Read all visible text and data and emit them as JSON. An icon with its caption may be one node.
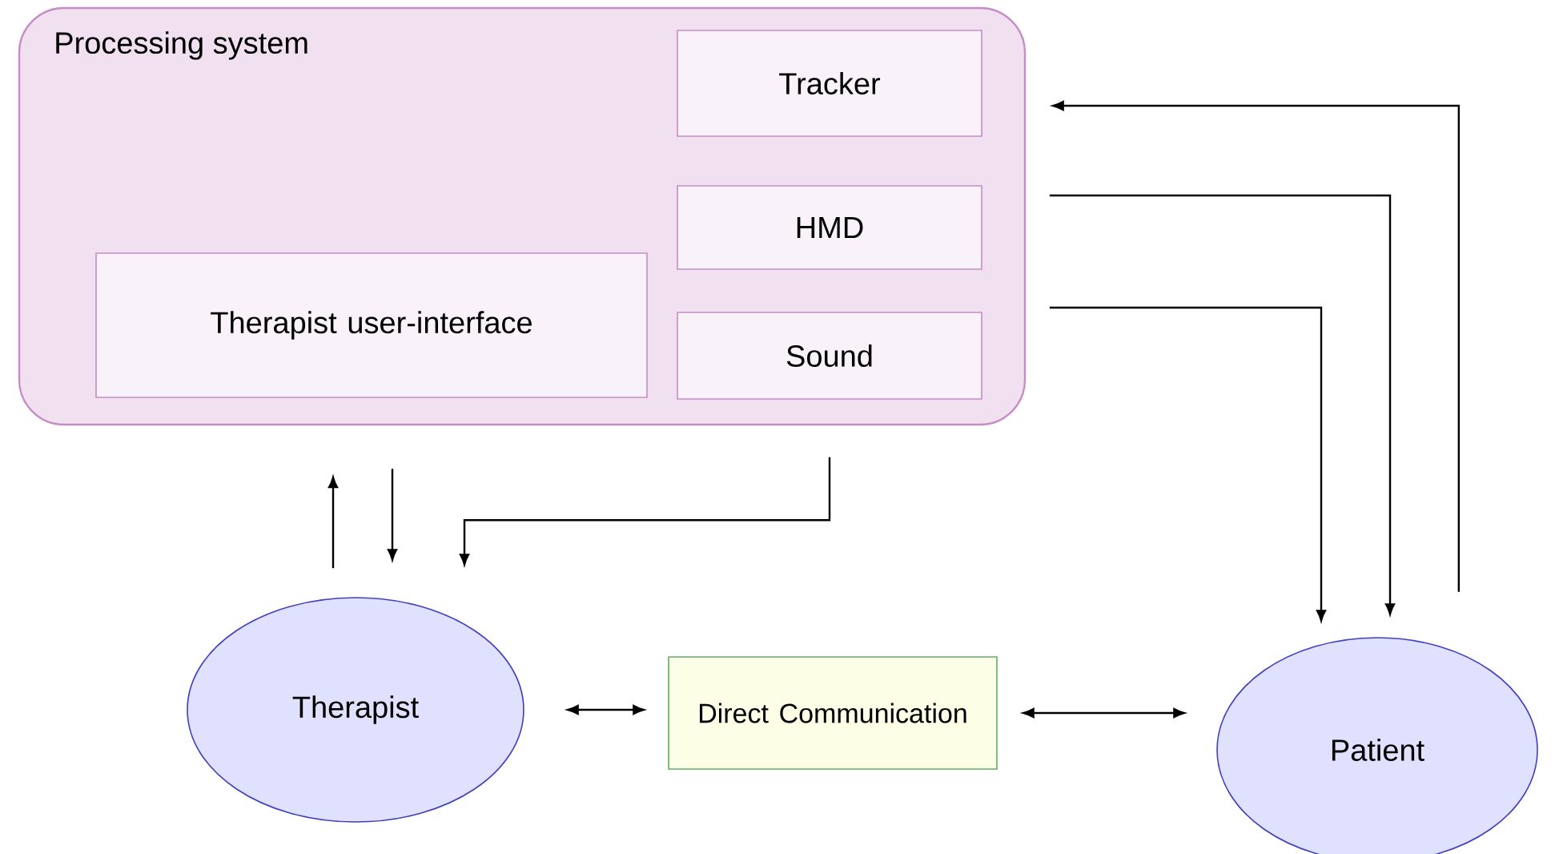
{
  "diagram": {
    "nodes": [
      {
        "text": [
          "Processing system"
        ]
      },
      {
        "text": [
          "Tracker"
        ],
        "in": 0
      },
      {
        "text": [
          "HMD"
        ],
        "in": 0
      },
      {
        "text": [
          "Therapist user-interface"
        ],
        "in": 0
      },
      {
        "text": [
          "Sound"
        ],
        "in": 0
      },
      {
        "text": [
          "Therapist"
        ]
      },
      {
        "text": [
          "Direct Communication"
        ]
      },
      {
        "text": [
          "Patient"
        ]
      }
    ],
    "edges": [
      {
        "from": 7,
        "to": 1,
        "arrow": "to"
      },
      {
        "from": 2,
        "to": 7,
        "arrow": "to"
      },
      {
        "from": 4,
        "to": 7,
        "arrow": "to"
      },
      {
        "from": 5,
        "to": 0,
        "arrow": "to"
      },
      {
        "from": 0,
        "to": 5,
        "arrow": "to"
      },
      {
        "from": 4,
        "to": 5,
        "arrow": "to"
      },
      {
        "from": 5,
        "to": 6,
        "arrow": "both"
      },
      {
        "from": 6,
        "to": 7,
        "arrow": "both"
      }
    ]
  }
}
